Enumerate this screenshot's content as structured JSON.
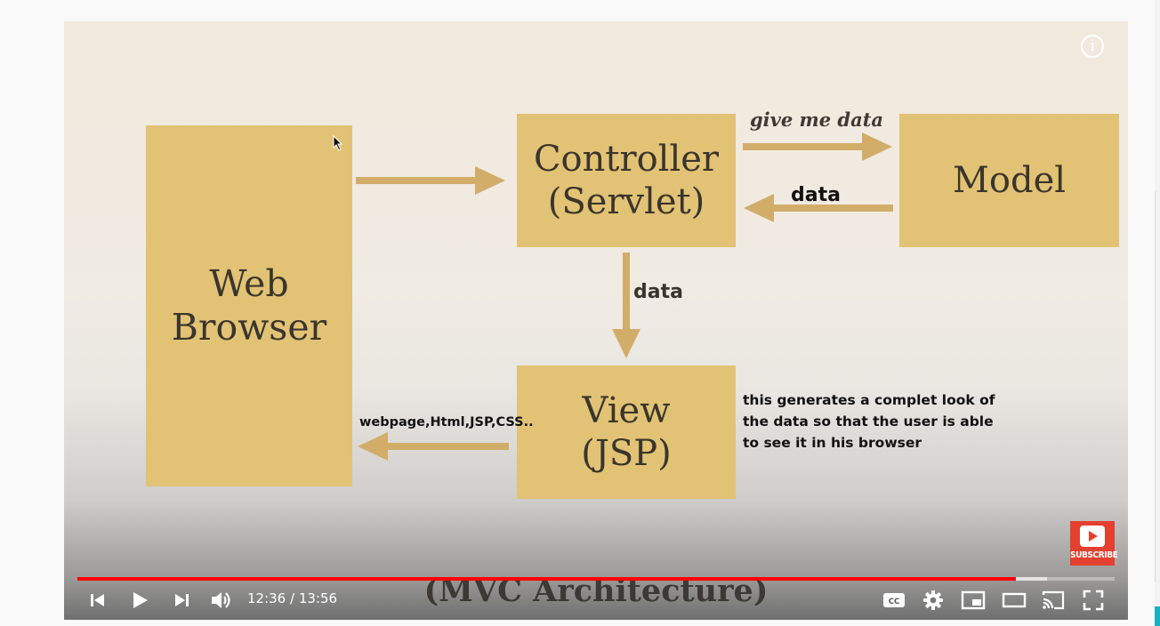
{
  "diagram": {
    "web_browser": "Web\nBrowser",
    "controller": "Controller\n(Servlet)",
    "model": "Model",
    "view": "View\n(JSP)",
    "label_give_me_data": "give me data",
    "label_data_model": "data",
    "label_data_view": "data",
    "label_output": "webpage,Html,JSP,CSS..",
    "note": "this generates a complet look of the data so that the user is able to see it in his browser",
    "caption": "(MVC Architecture)",
    "box_color": "#e2c274",
    "arrow_color": "#d2ad6a"
  },
  "player": {
    "info_icon": "i",
    "subscribe_label": "SUBSCRIBE",
    "current_time": "12:36",
    "duration": "13:56",
    "time_display": "12:36 / 13:56",
    "progress_fraction": 0.9045,
    "buffered_fraction": 0.935,
    "progress_color": "#ff0000",
    "icons": [
      "previous-icon",
      "play-icon",
      "next-icon",
      "volume-icon",
      "captions-icon",
      "settings-icon",
      "miniplayer-icon",
      "theater-icon",
      "cast-icon",
      "fullscreen-icon"
    ]
  }
}
